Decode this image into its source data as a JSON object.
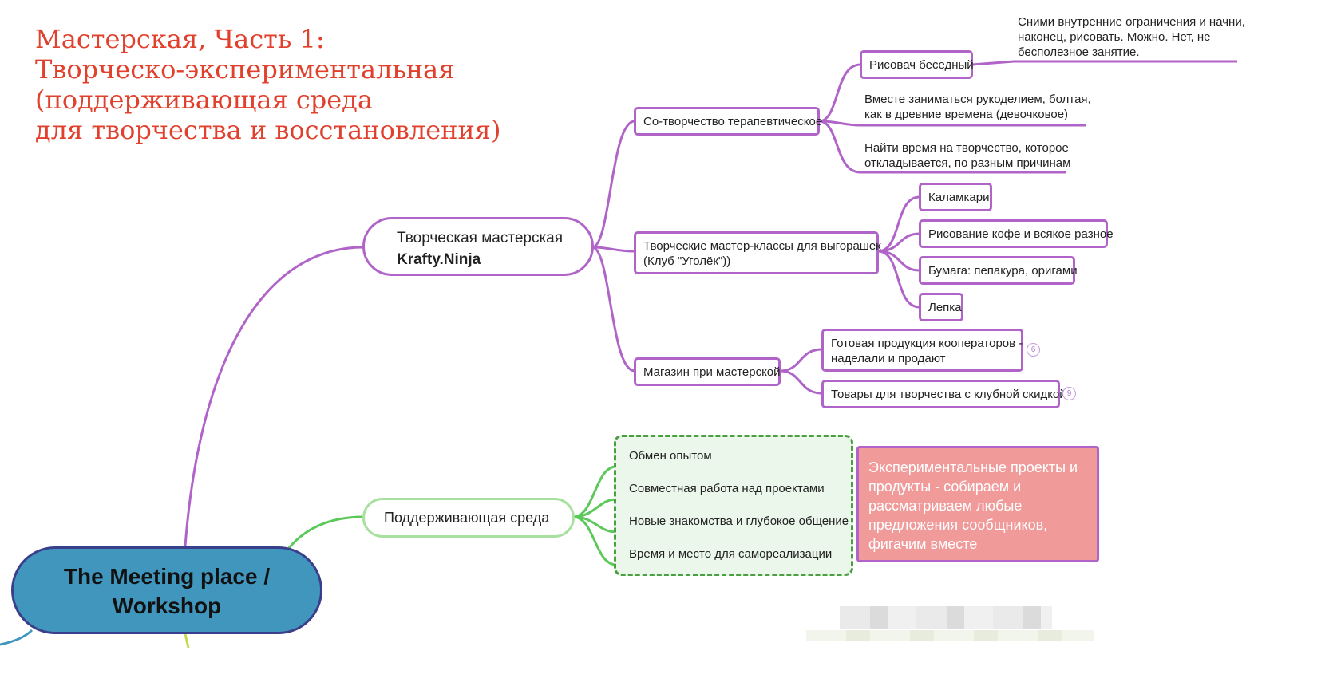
{
  "title": {
    "lines": [
      "Мастерская, Часть 1:",
      "Творческо-экспериментальная",
      "(поддерживающая среда",
      "для творчества и восстановления)"
    ]
  },
  "root": {
    "line1": "The Meeting place /",
    "line2": "Workshop"
  },
  "branch_workshop": {
    "line1": "Творческая мастерская",
    "line2": "Krafty.Ninja"
  },
  "cocreation": {
    "label": "Со-творчество терапевтическое",
    "children": {
      "risovach": "Рисовач беседный",
      "risovach_note_l1": "Сними внутренние ограничения и начни,",
      "risovach_note_l2": "наконец, рисовать. Можно. Нет, не",
      "risovach_note_l3": "бесполезное занятие.",
      "handcraft_l1": "Вместе заниматься рукоделием, болтая,",
      "handcraft_l2": "как в древние времена (девочковое)",
      "time_l1": "Найти время на творчество, которое",
      "time_l2": "откладывается, по разным причинам"
    }
  },
  "masterclasses": {
    "label_l1": "Творческие мастер-классы для выгорашек",
    "label_l2": "(Клуб \"Уголёк\"))",
    "children": [
      "Каламкари",
      "Рисование кофе и всякое разное",
      "Бумага: пепакура, оригами",
      "Лепка"
    ]
  },
  "shop": {
    "label": "Магазин при мастерской",
    "products_l1": "Готовая продукция кооператоров -",
    "products_l2": "наделали и продают",
    "products_badge": "6",
    "supplies": "Товары для творчества с клубной скидкой",
    "supplies_badge": "9"
  },
  "support": {
    "label": "Поддерживающая среда",
    "items": [
      "Обмен опытом",
      "Совместная работа над проектами",
      "Новые знакомства и глубокое общение",
      "Время и место для самореализации"
    ],
    "note": "Экспериментальные проекты и продукты - собираем и рассматриваем любые предложения сообщников, фигачим вместе"
  },
  "colors": {
    "title": "#e0402c",
    "purple": "#b064c8",
    "green": "#5cc85a",
    "root_fill": "#4096bd",
    "root_border": "#3a3f8c",
    "note_fill": "#f09a9a"
  }
}
